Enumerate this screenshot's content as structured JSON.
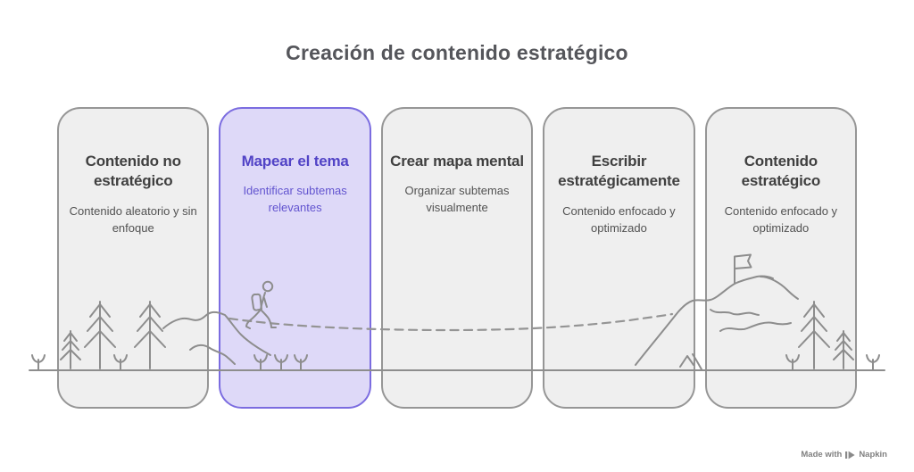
{
  "title": "Creación de contenido estratégico",
  "cards": [
    {
      "title": "Contenido no estratégico",
      "subtitle": "Contenido aleatorio y sin enfoque",
      "highlighted": false
    },
    {
      "title": "Mapear el tema",
      "subtitle": "Identificar subtemas relevantes",
      "highlighted": true
    },
    {
      "title": "Crear mapa mental",
      "subtitle": "Organizar subtemas visualmente",
      "highlighted": false
    },
    {
      "title": "Escribir estratégicamente",
      "subtitle": "Contenido enfocado y optimizado",
      "highlighted": false
    },
    {
      "title": "Contenido estratégico",
      "subtitle": "Contenido enfocado y optimizado",
      "highlighted": false
    }
  ],
  "watermark": {
    "prefix": "Made with",
    "brand": "Napkin"
  },
  "illustration": {
    "icons": [
      "pine-tree-icon",
      "sprout-icon",
      "hiker-icon",
      "mountain-icon",
      "flag-icon",
      "trail-dashed-line",
      "ground-line"
    ]
  },
  "colors": {
    "background": "#ffffff",
    "card_fill": "#efefef",
    "card_border": "#969696",
    "highlight_fill": "#ded9f8",
    "highlight_border": "#7b6ce0",
    "highlight_title_text": "#5143c6",
    "highlight_subtitle_text": "#6254cf",
    "title_text": "#55565b",
    "card_title_text": "#404040",
    "card_subtitle_text": "#525252",
    "illustration_stroke": "#8d8d8d",
    "watermark_text": "#808080"
  }
}
